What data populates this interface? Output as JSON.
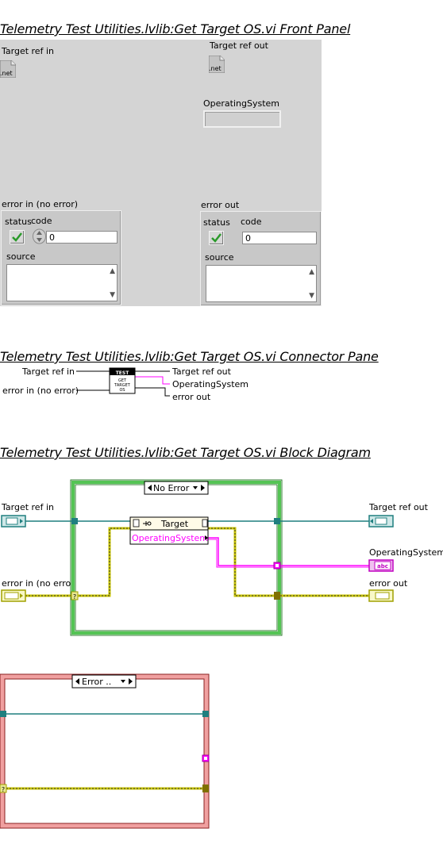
{
  "front_panel": {
    "title": "Telemetry Test Utilities.lvlib:Get Target OS.vi Front Panel",
    "target_ref_in": "Target ref in",
    "target_ref_out": "Target ref out",
    "net_icon_text": ".net",
    "operating_system": "OperatingSystem",
    "error_in_label": "error in (no error)",
    "error_out_label": "error out",
    "status_label": "status",
    "code_label": "code",
    "source_label": "source",
    "code_value_in": "0",
    "code_value_out": "0"
  },
  "connector_pane": {
    "title": "Telemetry Test Utilities.lvlib:Get Target OS.vi Connector Pane",
    "target_ref_in": "Target ref in",
    "error_in": "error in (no error)",
    "target_ref_out": "Target ref out",
    "operating_system": "OperatingSystem",
    "error_out": "error out",
    "icon_line1": "TEST",
    "icon_line2": "GET",
    "icon_line3": "TARGET",
    "icon_line4": "OS"
  },
  "block_diagram": {
    "title": "Telemetry Test Utilities.lvlib:Get Target OS.vi Block Diagram",
    "case_selector": "No Error",
    "case_selector_error": "Error ..",
    "target_ref_in": "Target ref in",
    "error_in": "error in (no error",
    "target_ref_out": "Target ref out",
    "operating_system": "OperatingSystem",
    "error_out": "error out",
    "property_node_class": "Target",
    "property_node_item": "OperatingSystem",
    "string_terminal_text": "abc"
  },
  "colors": {
    "refnum_wire": "#1f7f7f",
    "error_wire": "#c8c400",
    "string_wire": "#ff00ff",
    "case_green": "#54c454",
    "case_red": "#d44a4a",
    "panel_bg": "#d4d4d4"
  }
}
